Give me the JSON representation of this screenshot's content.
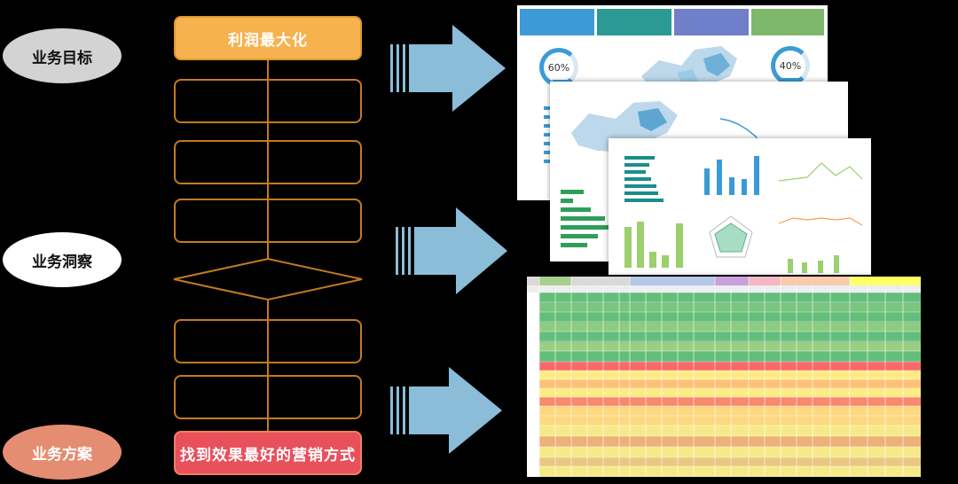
{
  "left_labels": {
    "goal": "业务目标",
    "insight": "业务洞察",
    "plan": "业务方案"
  },
  "flow": {
    "goal_box": "利润最大化",
    "plan_box": "找到效果最好的营销方式"
  },
  "colors": {
    "goal_fill": "#f6b24f",
    "plan_fill": "#e8505b",
    "outline": "#c47a22",
    "arrow": "#8bbcd8",
    "ellipse_goal": "#d3d3d3",
    "ellipse_insight": "#ffffff",
    "ellipse_plan": "#e58d72"
  },
  "dashboard": {
    "gauge_left": "60%",
    "gauge_right": "40%"
  }
}
